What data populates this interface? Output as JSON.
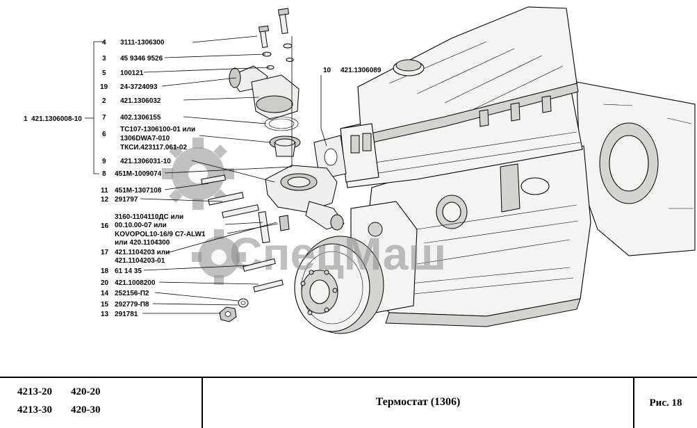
{
  "diagram": {
    "watermark": "СпецМаш",
    "assembly": {
      "num": "1",
      "code": "421.1306008-10"
    },
    "callouts": [
      {
        "num": "4",
        "lines": [
          "3111-1306300"
        ]
      },
      {
        "num": "3",
        "lines": [
          "45 9346 9526"
        ]
      },
      {
        "num": "5",
        "lines": [
          "100121"
        ]
      },
      {
        "num": "19",
        "lines": [
          "24-3724093"
        ]
      },
      {
        "num": "2",
        "lines": [
          "421.1306032"
        ]
      },
      {
        "num": "7",
        "lines": [
          "402.1306155"
        ]
      },
      {
        "num": "6",
        "lines": [
          "ТС107-1306100-01 или",
          "1306DWA7-010",
          "ТКСИ.423117.061-02"
        ]
      },
      {
        "num": "9",
        "lines": [
          "421.1306031-10"
        ]
      },
      {
        "num": "8",
        "lines": [
          "451М-1009074"
        ]
      },
      {
        "num": "11",
        "lines": [
          "451М-1307108"
        ]
      },
      {
        "num": "12",
        "lines": [
          "291797"
        ]
      },
      {
        "num": "16",
        "lines": [
          "3160-1104110ДС или",
          "00.10.00-07 или",
          "KOVOPOL10-16/9 C7-ALW1",
          "или  420.1104300"
        ]
      },
      {
        "num": "17",
        "lines": [
          "421.1104203 или",
          "421.1104203-01"
        ]
      },
      {
        "num": "18",
        "lines": [
          "61 14 35"
        ]
      },
      {
        "num": "20",
        "lines": [
          "421.1008200"
        ]
      },
      {
        "num": "14",
        "lines": [
          "252156-П2"
        ]
      },
      {
        "num": "15",
        "lines": [
          "292779-П8"
        ]
      },
      {
        "num": "13",
        "lines": [
          "291781"
        ]
      },
      {
        "num": "10",
        "lines": [
          "421.1306089"
        ]
      }
    ]
  },
  "title_block": {
    "models": [
      [
        "4213-20",
        "420-20"
      ],
      [
        "4213-30",
        "420-30"
      ]
    ],
    "title": "Термостат (1306)",
    "figure": "Рис. 18"
  }
}
